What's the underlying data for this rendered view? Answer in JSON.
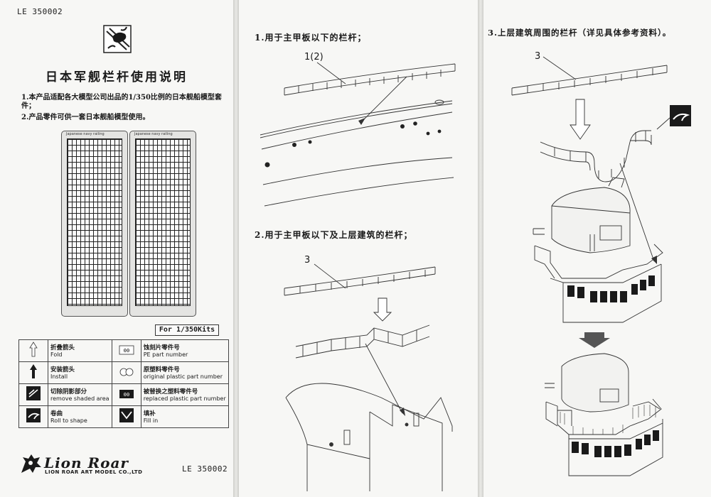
{
  "left": {
    "product_code_top": "LE 350002",
    "title": "日本军舰栏杆使用说明",
    "note1": "1.本产品适配各大模型公司出品的1/350比例的日本舰船模型套件；",
    "note2": "2.产品零件可供一套日本舰船模型使用。",
    "sheet_label_a": "Japanese navy railing",
    "sheet_label_b": "Japanese navy railing",
    "kit_scale": "For 1/350Kits",
    "legend": [
      {
        "zh": "折叠箭头",
        "en": "Fold",
        "icon": "fold-arrow-icon"
      },
      {
        "zh": "蚀刻片零件号",
        "en": "PE part number",
        "icon": "pe-part-number-icon"
      },
      {
        "zh": "安装箭头",
        "en": "Install",
        "icon": "install-arrow-icon"
      },
      {
        "zh": "原塑料零件号",
        "en": "original plastic part number",
        "icon": "original-plastic-part-icon"
      },
      {
        "zh": "切除阴影部分",
        "en": "remove shaded area",
        "icon": "remove-shaded-area-icon"
      },
      {
        "zh": "被替换之塑料零件号",
        "en": "replaced plastic part number",
        "icon": "replaced-plastic-part-icon"
      },
      {
        "zh": "卷曲",
        "en": "Roll to shape",
        "icon": "roll-to-shape-icon"
      },
      {
        "zh": "填补",
        "en": "Fill in",
        "icon": "fill-in-icon"
      }
    ],
    "brand_name": "Lion Roar",
    "brand_sub": "LION ROAR ART MODEL CO.,LTD",
    "product_code_bottom": "LE 350002"
  },
  "middle": {
    "step1": "1.用于主甲板以下的栏杆；",
    "step1_callout": "1(2)",
    "step2": "2.用于主甲板以下及上层建筑的栏杆；",
    "step2_callout": "3"
  },
  "right": {
    "step3": "3.上层建筑周围的栏杆（详见具体参考资料）。",
    "step3_callout": "3"
  }
}
